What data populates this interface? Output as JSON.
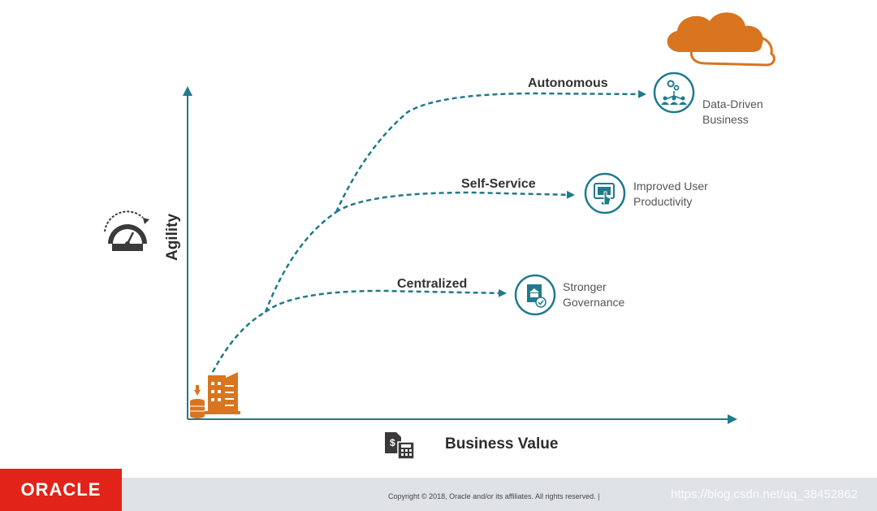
{
  "axes": {
    "y_label": "Agility",
    "x_label": "Business Value"
  },
  "stages": [
    {
      "label": "Centralized",
      "outcome_line1": "Stronger",
      "outcome_line2": "Governance",
      "icon": "governance-icon"
    },
    {
      "label": "Self-Service",
      "outcome_line1": "Improved User",
      "outcome_line2": "Productivity",
      "icon": "touch-screen-icon"
    },
    {
      "label": "Autonomous",
      "outcome_line1": "Data-Driven",
      "outcome_line2": "Business",
      "icon": "network-users-icon"
    }
  ],
  "footer": {
    "logo": "ORACLE",
    "copyright": "Copyright © 2018, Oracle and/or its affiliates. All rights reserved.  |",
    "watermark": "https://blog.csdn.net/qq_38452862"
  },
  "colors": {
    "teal": "#1f7a8c",
    "orange": "#d9741f",
    "oracle_red": "#e2231a",
    "footer_gray": "#dfe3e6"
  }
}
